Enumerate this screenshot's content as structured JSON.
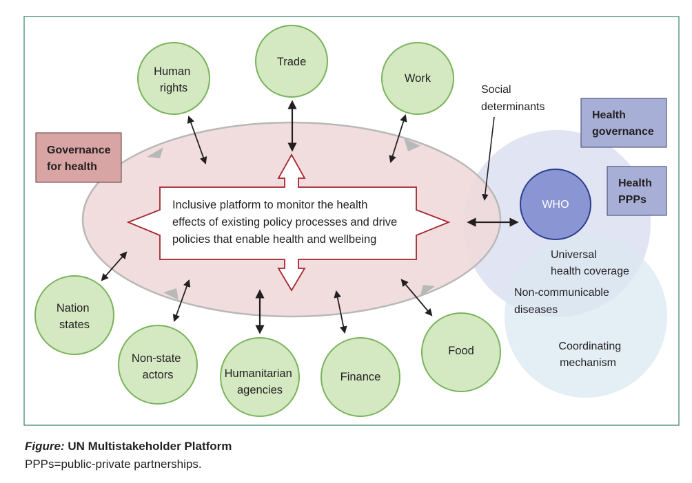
{
  "diagram": {
    "center_text": [
      "Inclusive platform to monitor the health",
      "effects of existing policy processes and drive",
      "policies that enable health and wellbeing"
    ],
    "governance_for_health": [
      "Governance",
      "for health"
    ],
    "health_governance": [
      "Health",
      "governance"
    ],
    "health_ppps": [
      "Health",
      "PPPs"
    ],
    "who": "WHO",
    "social_determinants": [
      "Social",
      "determinants"
    ],
    "universal_health_coverage": [
      "Universal",
      "health coverage"
    ],
    "non_communicable_diseases": [
      "Non-communicable",
      "diseases"
    ],
    "coordinating_mechanism": [
      "Coordinating",
      "mechanism"
    ],
    "nodes": {
      "human_rights": [
        "Human",
        "rights"
      ],
      "trade": [
        "Trade"
      ],
      "work": [
        "Work"
      ],
      "nation_states": [
        "Nation",
        "states"
      ],
      "non_state_actors": [
        "Non-state",
        "actors"
      ],
      "humanitarian_agencies": [
        "Humanitarian",
        "agencies"
      ],
      "finance": [
        "Finance"
      ],
      "food": [
        "Food"
      ]
    },
    "colors": {
      "frame": "#2f7f63",
      "node_fill": "#d4e8c2",
      "node_stroke": "#78b35a",
      "ellipse_fill": "#f3dcdc",
      "ellipse_stroke": "#b8b8b8",
      "governance_box": "#d8a4a4",
      "blue_box": "#a8afd6",
      "who_fill": "#8a96d3",
      "who_stroke": "#2c3e8f",
      "large_circle": "#dcdff0",
      "small_circle": "#dbe8f2",
      "arrow_outline": "#a3262c"
    }
  },
  "caption": {
    "figure_label": "Figure:",
    "title": "UN Multistakeholder Platform",
    "note": "PPPs=public-private partnerships."
  }
}
